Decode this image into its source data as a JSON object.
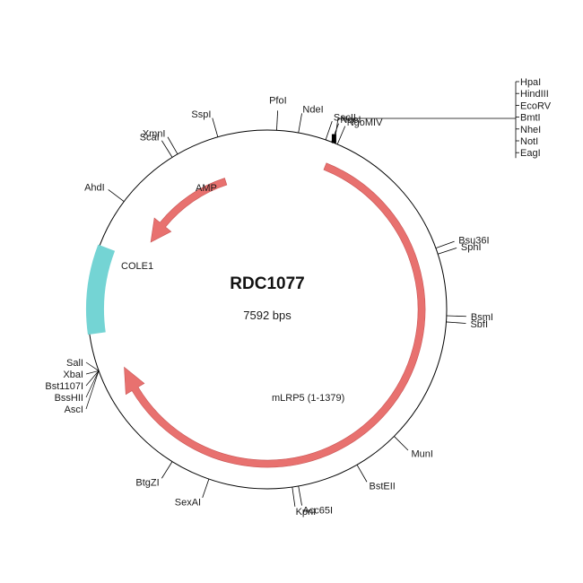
{
  "plasmid": {
    "name": "RDC1077",
    "size_label": "7592 bps",
    "backbone_color": "#000000",
    "sites": [
      {
        "id": "pfoi",
        "label": "PfoI",
        "angle": 3
      },
      {
        "id": "ndei",
        "label": "NdeI",
        "angle": 10
      },
      {
        "id": "saci",
        "label": "SacII",
        "angle": 19
      },
      {
        "id": "naei",
        "label": "NaeI",
        "angle": 21
      },
      {
        "id": "ngomiv",
        "label": "NgoMIV",
        "angle": 23
      },
      {
        "id": "bsu36i",
        "label": "Bsu36I",
        "angle": 70
      },
      {
        "id": "sphi",
        "label": "SphI",
        "angle": 72
      },
      {
        "id": "bsmi",
        "label": "BsmI",
        "angle": 92
      },
      {
        "id": "sbfi",
        "label": "SbfI",
        "angle": 94
      },
      {
        "id": "muni",
        "label": "MunI",
        "angle": 135
      },
      {
        "id": "bsteii",
        "label": "BstEII",
        "angle": 150
      },
      {
        "id": "acc65i",
        "label": "Acc65I",
        "angle": 170
      },
      {
        "id": "kpni",
        "label": "KpnI",
        "angle": 172
      },
      {
        "id": "sexai",
        "label": "SexAI",
        "angle": 199
      },
      {
        "id": "btgzi",
        "label": "BtgZI",
        "angle": 212
      },
      {
        "id": "ahdi",
        "label": "AhdI",
        "angle": 307
      },
      {
        "id": "scai",
        "label": "ScaI",
        "angle": 328
      },
      {
        "id": "xmni",
        "label": "XmnI",
        "angle": 330
      },
      {
        "id": "sspi",
        "label": "SspI",
        "angle": 344
      }
    ],
    "left_cluster": {
      "angle": 250,
      "labels": [
        "SalI",
        "XbaI",
        "Bst1107I",
        "BssHII",
        "AscI"
      ]
    },
    "right_cluster": {
      "angle": 22,
      "labels": [
        "HpaI",
        "HindIII",
        "EcoRV",
        "BmtI",
        "NheI",
        "NotI",
        "EagI"
      ]
    },
    "features": [
      {
        "id": "amp",
        "label": "AMP",
        "color": "#e8716f",
        "start": 342,
        "end": 300,
        "direction": "ccw",
        "r": 150
      },
      {
        "id": "mlrp5",
        "label": "mLRP5 (1-1379)",
        "color": "#e8716f",
        "start": 22,
        "end": 248,
        "direction": "cw",
        "r": 172
      },
      {
        "id": "cole1",
        "label": "COLE1",
        "color": "#74d4d4",
        "start": 262,
        "end": 291,
        "direction": "none",
        "r": 192
      }
    ]
  }
}
